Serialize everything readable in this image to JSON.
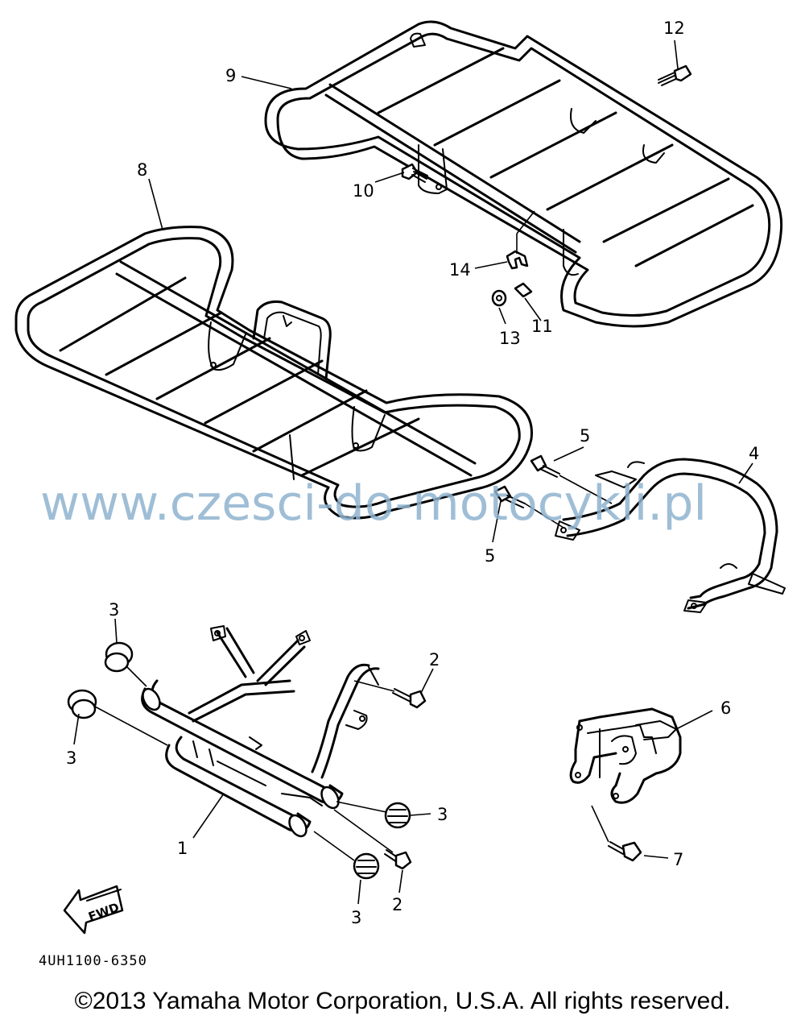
{
  "diagram": {
    "callouts": {
      "p1": "1",
      "p2a": "2",
      "p2b": "2",
      "p3a": "3",
      "p3b": "3",
      "p3c": "3",
      "p3d": "3",
      "p4": "4",
      "p5a": "5",
      "p5b": "5",
      "p6": "6",
      "p7": "7",
      "p8": "8",
      "p9": "9",
      "p10": "10",
      "p11": "11",
      "p12": "12",
      "p13": "13",
      "p14": "14"
    },
    "fwd_label": "FWD",
    "diagram_code": "4UH1100-6350"
  },
  "watermark": "www.czesci-do-motocykli.pl",
  "copyright": "©2013 Yamaha Motor Corporation, U.S.A. All rights reserved."
}
